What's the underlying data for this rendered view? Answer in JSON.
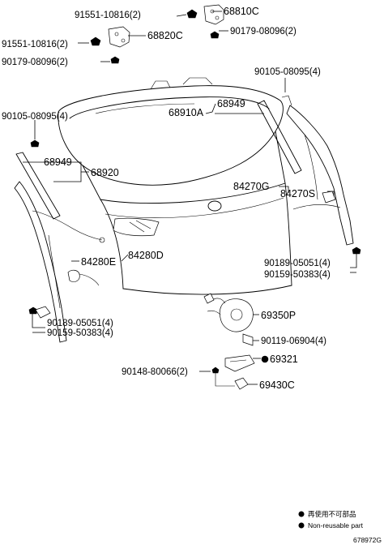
{
  "labels": [
    {
      "id": "p68810c",
      "text": "68810C"
    },
    {
      "id": "p91551_a",
      "text": "91551-10816(2)"
    },
    {
      "id": "p90179_a",
      "text": "90179-08096(2)"
    },
    {
      "id": "p68820c",
      "text": "68820C"
    },
    {
      "id": "p91551_b",
      "text": "91551-10816(2)"
    },
    {
      "id": "p90179_b",
      "text": "90179-08096(2)"
    },
    {
      "id": "p90105_a",
      "text": "90105-08095(4)"
    },
    {
      "id": "p68949_a",
      "text": "68949"
    },
    {
      "id": "p68910a",
      "text": "68910A"
    },
    {
      "id": "p90105_b",
      "text": "90105-08095(4)"
    },
    {
      "id": "p68949_b",
      "text": "68949"
    },
    {
      "id": "p68920",
      "text": "68920"
    },
    {
      "id": "p84270g",
      "text": "84270G"
    },
    {
      "id": "p84270s",
      "text": "84270S"
    },
    {
      "id": "p84280e",
      "text": "84280E"
    },
    {
      "id": "p84280d",
      "text": "84280D"
    },
    {
      "id": "p90189_a",
      "text": "90189-05051(4)"
    },
    {
      "id": "p90159_a",
      "text": "90159-50383(4)"
    },
    {
      "id": "p69350p",
      "text": "69350P"
    },
    {
      "id": "p90189_b",
      "text": "90189-05051(4)"
    },
    {
      "id": "p90159_b",
      "text": "90159-50383(4)"
    },
    {
      "id": "p90119",
      "text": "90119-06904(4)"
    },
    {
      "id": "p69321",
      "text": "69321"
    },
    {
      "id": "p90148",
      "text": "90148-80066(2)"
    },
    {
      "id": "p69430c",
      "text": "69430C"
    }
  ],
  "legend": {
    "line1": "再使用不可部品",
    "line2": "Non-reusable part"
  },
  "diagram_code": "678972G"
}
